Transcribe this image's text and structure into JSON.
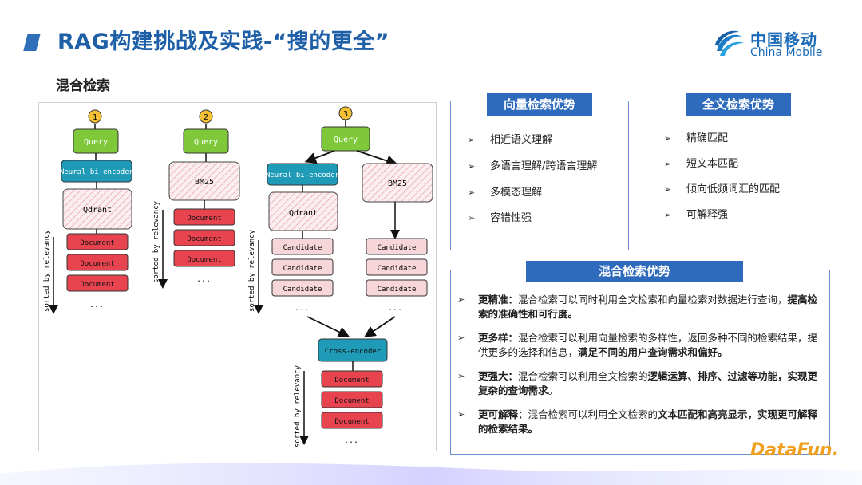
{
  "header": {
    "title": "RAG构建挑战及实践-“搜的更全”",
    "subtitle": "混合检索"
  },
  "logo": {
    "cn": "中国移动",
    "en": "China Mobile"
  },
  "diagram": {
    "badges": [
      "1",
      "2",
      "3"
    ],
    "query": "Query",
    "neural1": "Neural bi-encoder",
    "neural3": "Neural bi-encoder",
    "qdrant": "Qdrant",
    "bm25": "BM25",
    "document": "Document",
    "candidate": "Candidate",
    "cross": "Cross-encoder",
    "sorted": "sorted by relevancy",
    "ellipsis": "..."
  },
  "vector": {
    "title": "向量检索优势",
    "items": [
      "相近语义理解",
      "多语言理解/跨语言理解",
      "多模态理解",
      "容错性强"
    ]
  },
  "fulltext": {
    "title": "全文检索优势",
    "items": [
      "精确匹配",
      "短文本匹配",
      "倾向低频词汇的匹配",
      "可解释强"
    ]
  },
  "mixed": {
    "title": "混合检索优势",
    "items": [
      {
        "label": "更精准：",
        "text": "混合检索可以同时利用全文检索和向量检索对数据进行查询，",
        "bold": "提高检索的准确性和可行度。",
        "tail": ""
      },
      {
        "label": "更多样：",
        "text": "混合检索可以利用向量检索的多样性，返回多种不同的检索结果，提供更多的选择和信息，",
        "bold": "满足不同的用户查询需求和偏好。",
        "tail": ""
      },
      {
        "label": "更强大：",
        "text": "混合检索可以利用全文检索的",
        "bold": "逻辑运算、排序、过滤等功能，实现更复杂的查询需求",
        "tail": "。"
      },
      {
        "label": "更可解释：",
        "text": "混合检索可以利用全文检索的",
        "bold": "文本匹配和高亮显示，实现更可解释的检索结果。",
        "tail": ""
      }
    ]
  },
  "footer": {
    "brand": "DataFun."
  },
  "colors": {
    "accent": "#2e6bbd",
    "query": "#7ec83a",
    "neural": "#1f9bb8",
    "doc": "#e8444f",
    "candidate": "#f6d6d8"
  }
}
